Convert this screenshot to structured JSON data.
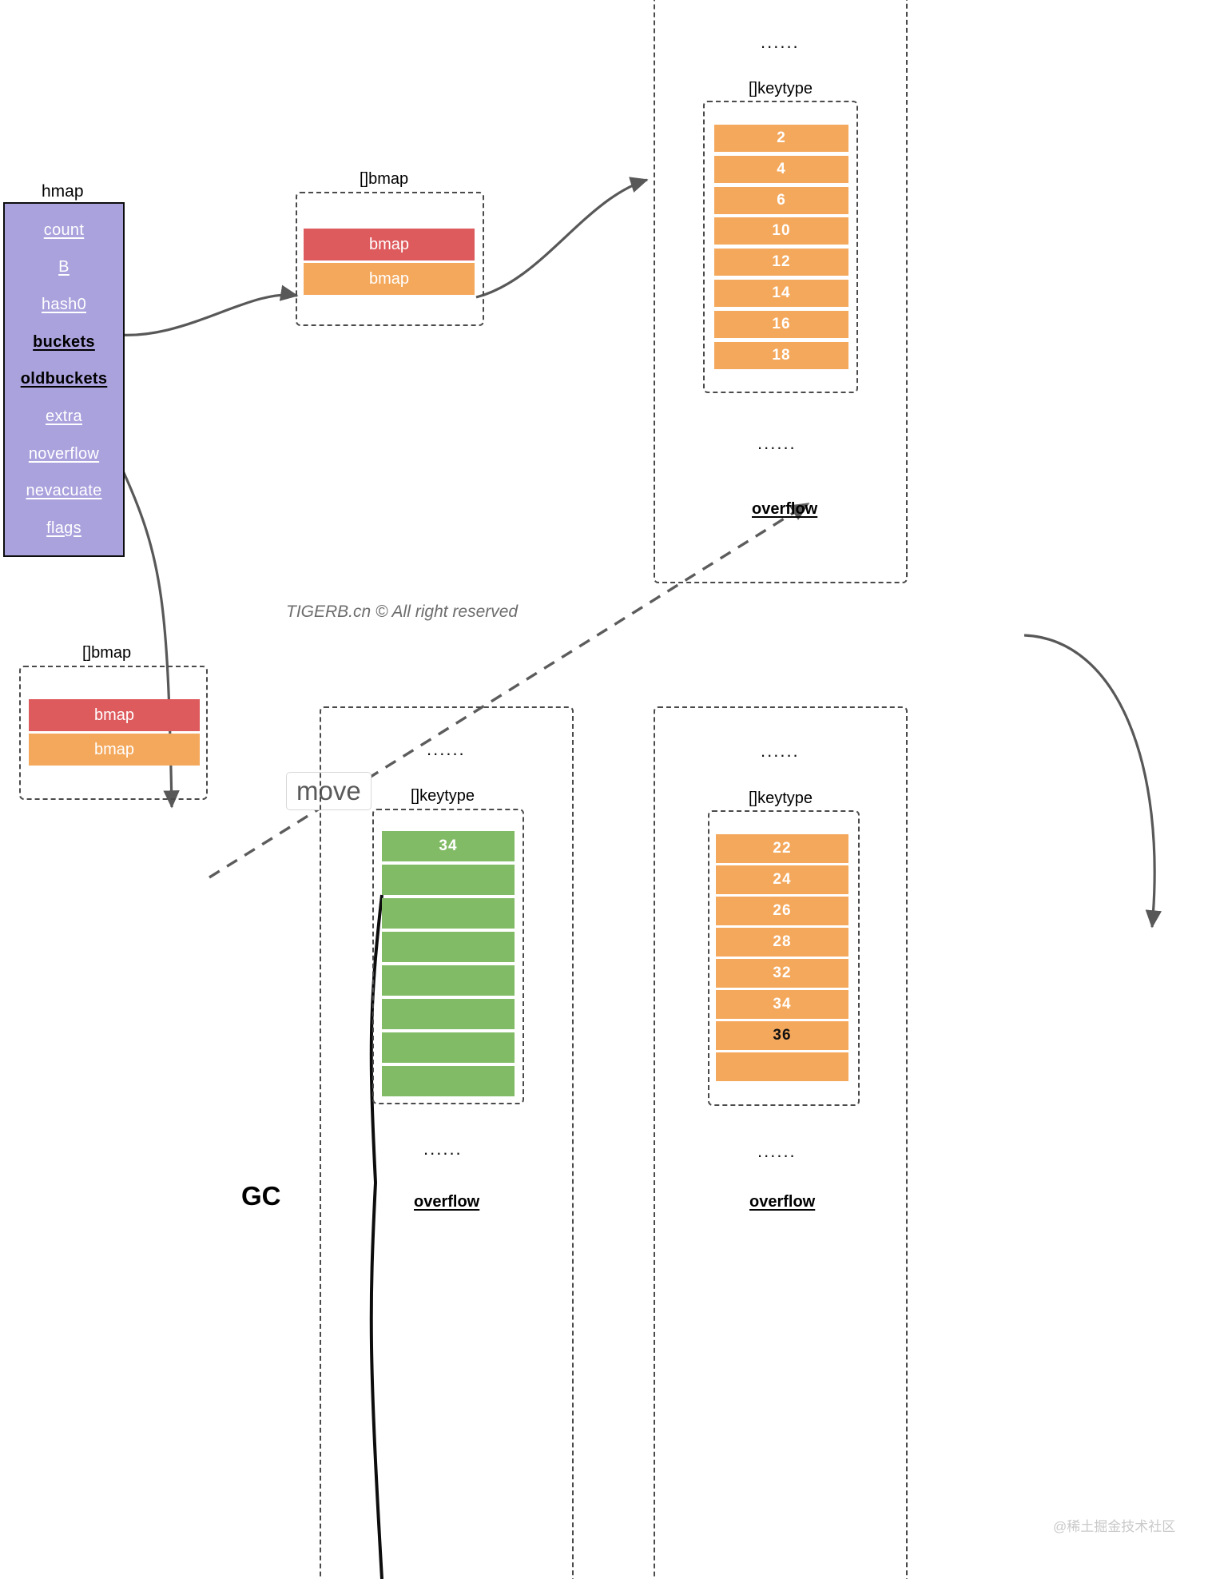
{
  "diagram": {
    "title_note": "Go map growth / evacuation diagram",
    "watermark_center": "TIGERB.cn © All right reserved",
    "watermark_corner": "@稀土掘金技术社区",
    "move_label": "move",
    "gc_label": "GC",
    "ellipsis": "......"
  },
  "hmap": {
    "title": "hmap",
    "fields": [
      {
        "label": "count",
        "pointer": false
      },
      {
        "label": "B",
        "pointer": false
      },
      {
        "label": "hash0",
        "pointer": false
      },
      {
        "label": "buckets",
        "pointer": true
      },
      {
        "label": "oldbuckets",
        "pointer": true
      },
      {
        "label": "extra",
        "pointer": false
      },
      {
        "label": "noverflow",
        "pointer": false
      },
      {
        "label": "nevacuate",
        "pointer": false
      },
      {
        "label": "flags",
        "pointer": false
      }
    ],
    "fill_color": "#aaa2dd",
    "border_color": "#0d0d0d"
  },
  "buckets_bmap": {
    "caption": "[]bmap",
    "slices": [
      {
        "label": "bmap",
        "color": "#dd5a5d"
      },
      {
        "label": "bmap",
        "color": "#f4a85c"
      }
    ]
  },
  "oldbuckets_bmap": {
    "caption": "[]bmap",
    "slices": [
      {
        "label": "bmap",
        "color": "#dd5a5d"
      },
      {
        "label": "bmap",
        "color": "#f4a85c"
      }
    ]
  },
  "bucket_top_right": {
    "top_dots": "......",
    "bottom_dots": "......",
    "keytype_caption": "[]keytype",
    "overflow_label": "overflow",
    "cells": [
      {
        "value": "2",
        "color": "#f4a85c",
        "text": "#ffffff"
      },
      {
        "value": "4",
        "color": "#f4a85c",
        "text": "#ffffff"
      },
      {
        "value": "6",
        "color": "#f4a85c",
        "text": "#ffffff"
      },
      {
        "value": "10",
        "color": "#f4a85c",
        "text": "#ffffff"
      },
      {
        "value": "12",
        "color": "#f4a85c",
        "text": "#ffffff"
      },
      {
        "value": "14",
        "color": "#f4a85c",
        "text": "#ffffff"
      },
      {
        "value": "16",
        "color": "#f4a85c",
        "text": "#ffffff"
      },
      {
        "value": "18",
        "color": "#f4a85c",
        "text": "#ffffff"
      }
    ]
  },
  "bucket_bottom_right": {
    "top_dots": "......",
    "bottom_dots": "......",
    "keytype_caption": "[]keytype",
    "overflow_label": "overflow",
    "cells": [
      {
        "value": "22",
        "color": "#f4a85c",
        "text": "#ffffff"
      },
      {
        "value": "24",
        "color": "#f4a85c",
        "text": "#ffffff"
      },
      {
        "value": "26",
        "color": "#f4a85c",
        "text": "#ffffff"
      },
      {
        "value": "28",
        "color": "#f4a85c",
        "text": "#ffffff"
      },
      {
        "value": "32",
        "color": "#f4a85c",
        "text": "#ffffff"
      },
      {
        "value": "34",
        "color": "#f4a85c",
        "text": "#ffffff"
      },
      {
        "value": "36",
        "color": "#f4a85c",
        "text": "#111111"
      },
      {
        "value": "",
        "color": "#f4a85c",
        "text": "#ffffff"
      }
    ]
  },
  "bucket_bottom_center": {
    "top_dots": "......",
    "bottom_dots": "......",
    "keytype_caption": "[]keytype",
    "overflow_label": "overflow",
    "cells": [
      {
        "value": "34",
        "color": "#82bb66",
        "text": "#ffffff"
      },
      {
        "value": "",
        "color": "#82bb66",
        "text": "#ffffff"
      },
      {
        "value": "",
        "color": "#82bb66",
        "text": "#ffffff"
      },
      {
        "value": "",
        "color": "#82bb66",
        "text": "#ffffff"
      },
      {
        "value": "",
        "color": "#82bb66",
        "text": "#ffffff"
      },
      {
        "value": "",
        "color": "#82bb66",
        "text": "#ffffff"
      },
      {
        "value": "",
        "color": "#82bb66",
        "text": "#ffffff"
      },
      {
        "value": "",
        "color": "#82bb66",
        "text": "#ffffff"
      }
    ]
  },
  "colors": {
    "purple": "#aaa2dd",
    "red": "#dd5a5d",
    "orange": "#f4a85c",
    "green": "#82bb66",
    "arrow": "#585858",
    "dashed": "#4a4a4a"
  }
}
